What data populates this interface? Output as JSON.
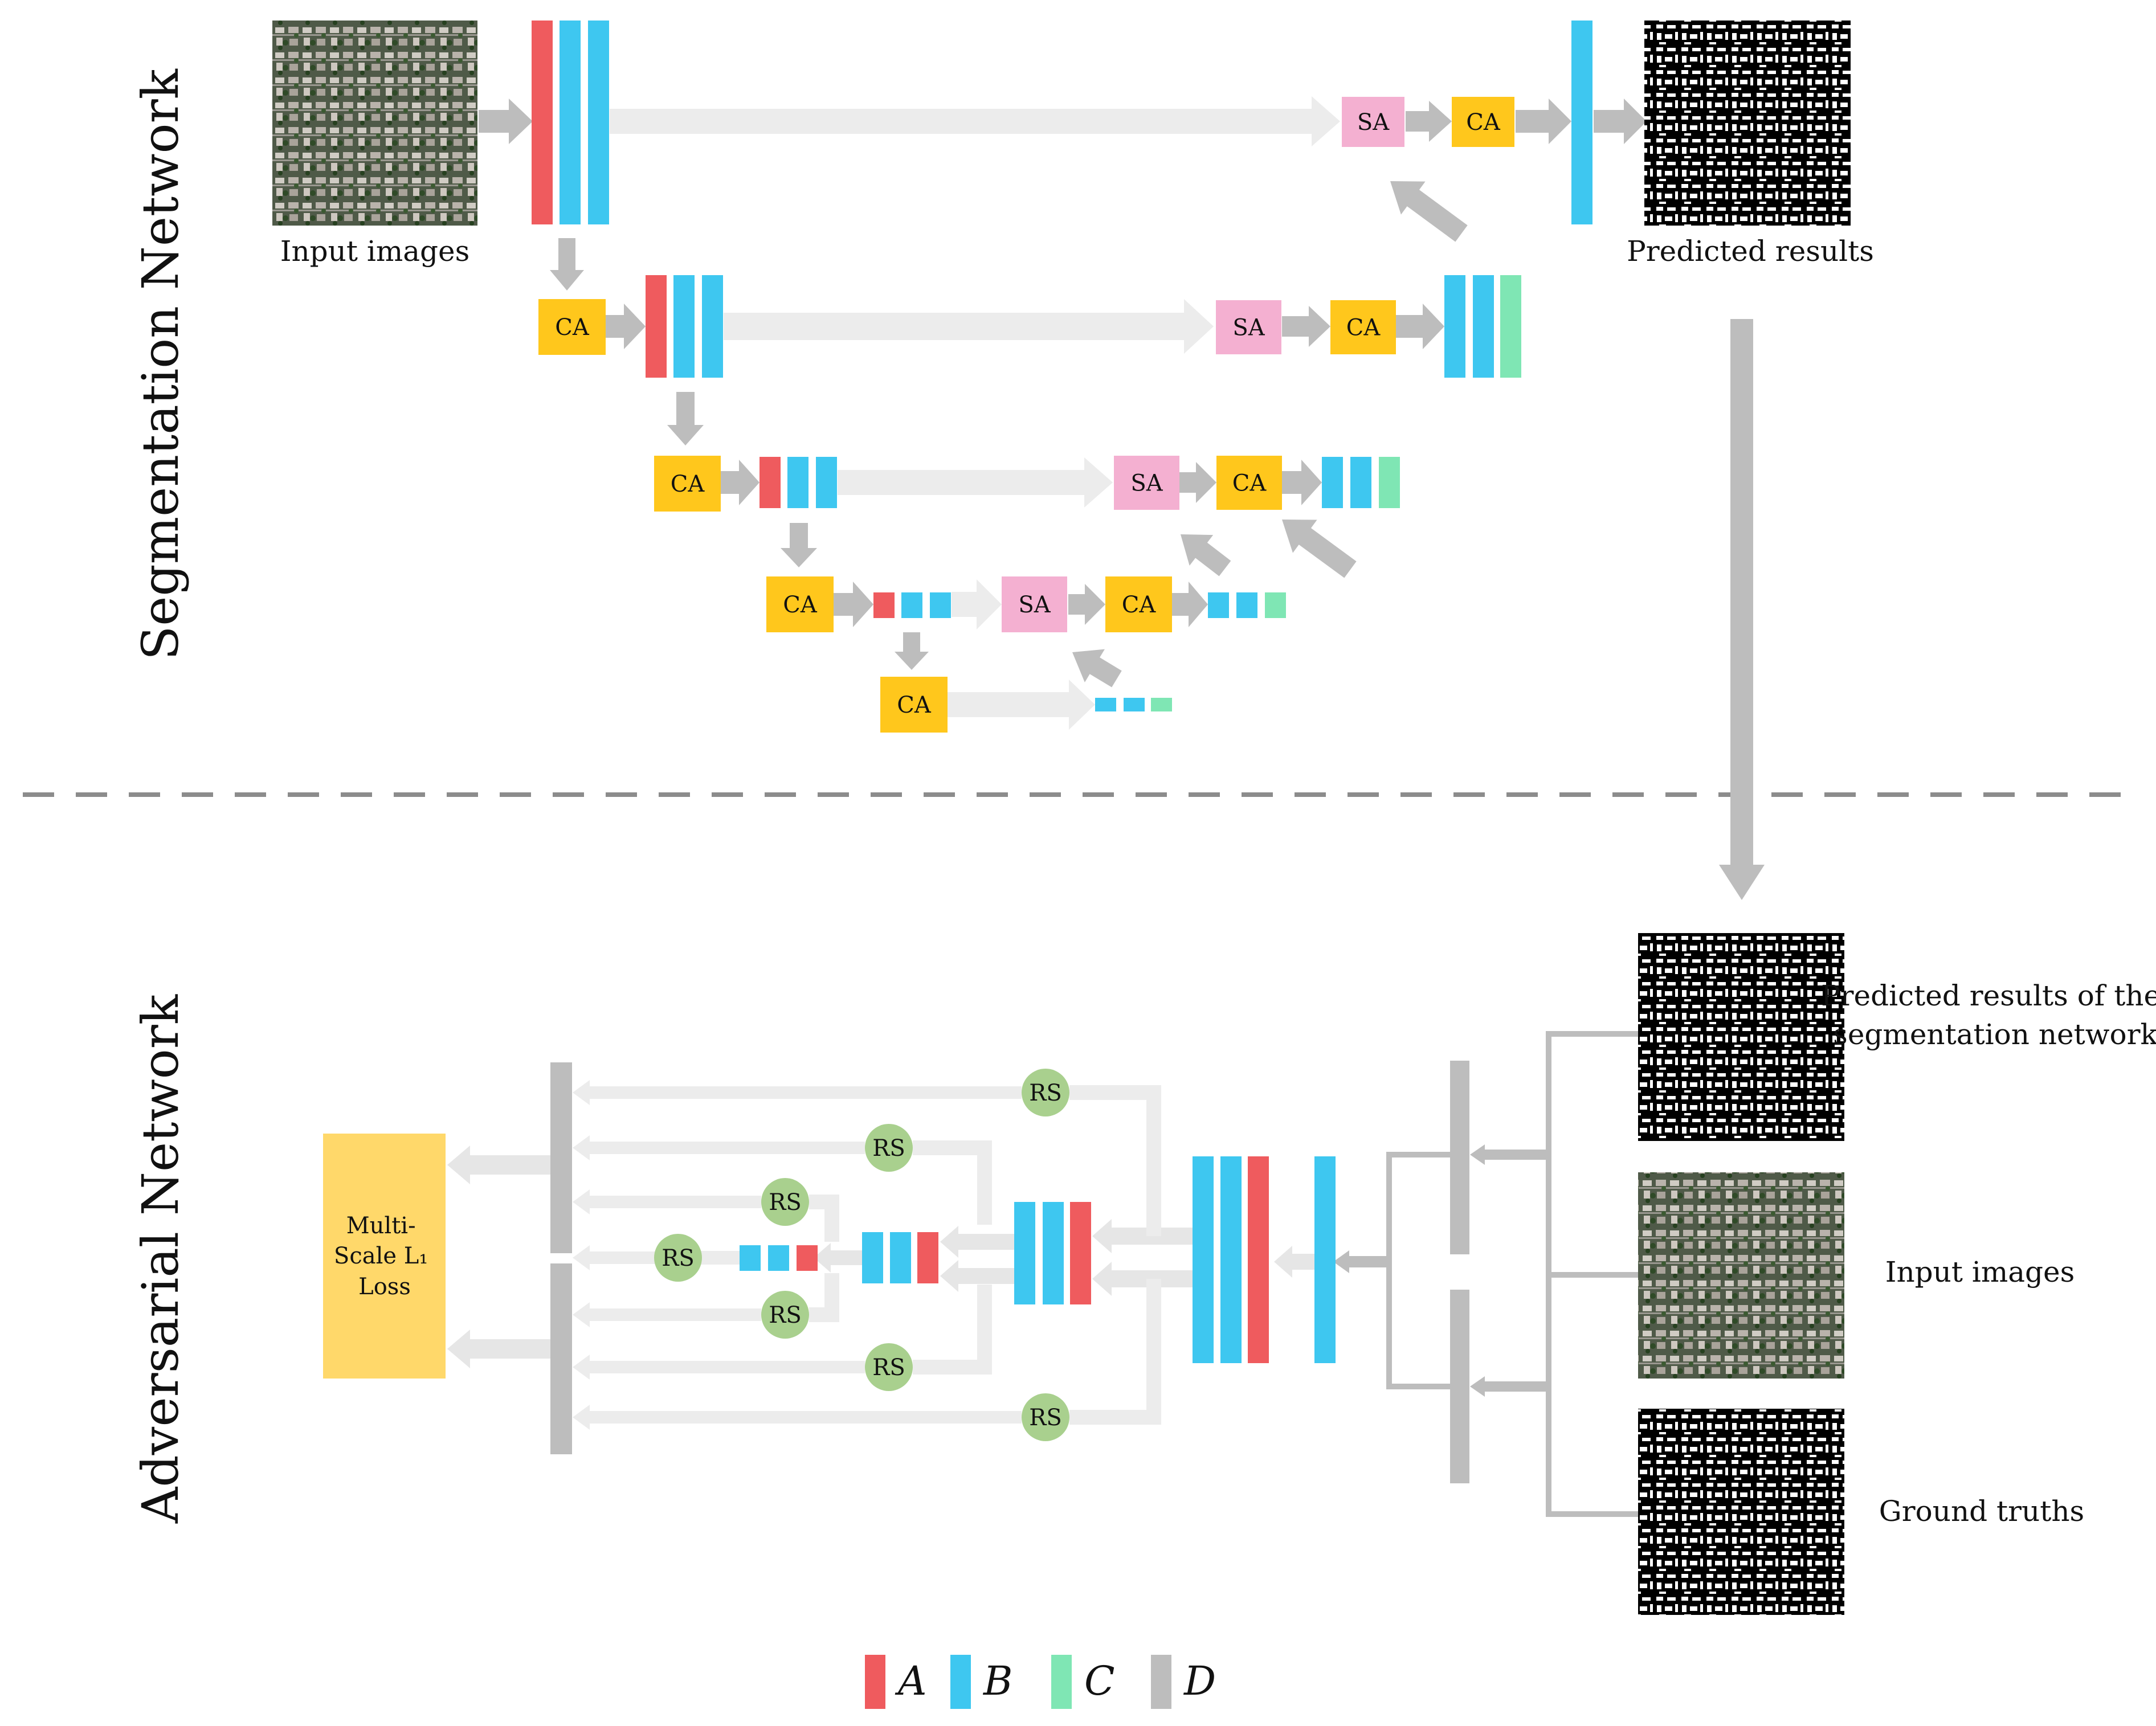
{
  "colors": {
    "A": "#ef5b5e",
    "B": "#3ec7f0",
    "C": "#7fe6b4",
    "D": "#bdbdbd",
    "CA": "#ffc71c",
    "SA": "#f4b0d1",
    "RS": "#a9d08e",
    "loss": "#ffd86a",
    "skip_arrow": "#ececec"
  },
  "sections": {
    "segmentation": "Segmentation Network",
    "adversarial": "Adversarial Network"
  },
  "segmentation": {
    "input_label": "Input images",
    "output_label": "Predicted results",
    "ca_label": "CA",
    "sa_label": "SA"
  },
  "adversarial": {
    "inputs": [
      "Predicted results of the segmentation network",
      "Input images",
      "Ground truths"
    ],
    "rs_label": "RS",
    "loss_label": [
      "Multi-",
      "Scale L₁",
      "Loss"
    ]
  },
  "legend": {
    "items": [
      {
        "key": "A",
        "color_key": "A"
      },
      {
        "key": "B",
        "color_key": "B"
      },
      {
        "key": "C",
        "color_key": "C"
      },
      {
        "key": "D",
        "color_key": "D"
      }
    ]
  }
}
